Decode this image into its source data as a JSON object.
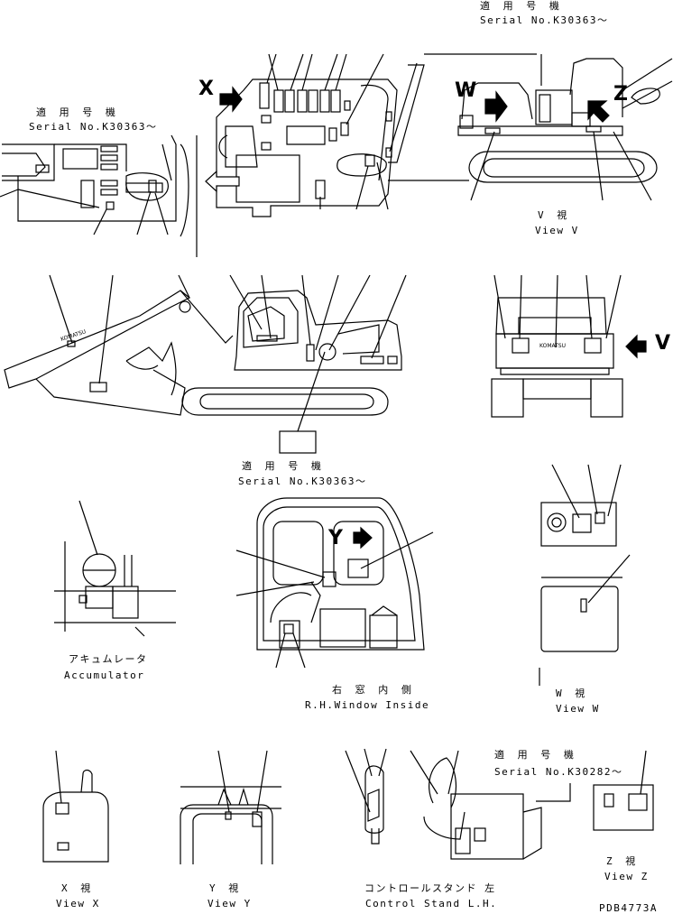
{
  "header": {
    "serial_jp": "適用号機",
    "serial_en": "Serial No.K30363〜"
  },
  "labels": {
    "top_left_serial_jp": "適 用 号 機",
    "top_left_serial_en": "Serial No.K30363〜",
    "mid_serial_jp": "適 用 号 機",
    "mid_serial_en": "Serial No.K30363〜",
    "top_right_serial_jp": "適 用 号 機",
    "top_right_serial_en": "Serial No.K30363〜",
    "view_v_jp": "V 視",
    "view_v_en": "View V",
    "accumulator_jp": "アキュムレータ",
    "accumulator_en": "Accumulator",
    "window_jp": "右 窓 内 側",
    "window_en": "R.H.Window Inside",
    "view_w_jp": "W 視",
    "view_w_en": "View W",
    "view_x_jp": "X 視",
    "view_x_en": "View X",
    "view_y_jp": "Y 視",
    "view_y_en": "View Y",
    "control_jp": "コントロールスタンド 左",
    "control_en": "Control Stand L.H.",
    "control_serial_jp": "適 用 号 機",
    "control_serial_en": "Serial No.K30282〜",
    "view_z_jp": "Z 視",
    "view_z_en": "View Z",
    "drawing_no": "PDB4773A"
  },
  "arrows": {
    "x": "X",
    "w": "W",
    "z": "Z",
    "v": "V",
    "y": "Y"
  },
  "brand": "KOMATSU"
}
